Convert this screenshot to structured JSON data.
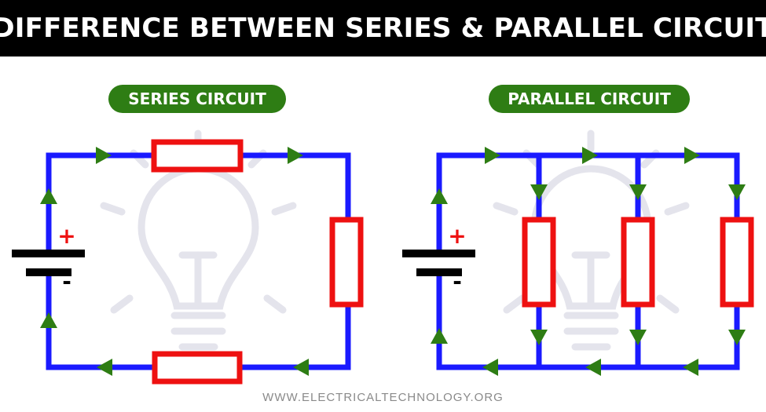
{
  "header": {
    "title": "DIFFERENCE BETWEEN SERIES & PARALLEL CIRCUIT"
  },
  "series": {
    "label": "SERIES CIRCUIT"
  },
  "parallel": {
    "label": "PARALLEL CIRCUIT"
  },
  "battery": {
    "plus": "+",
    "minus": "-"
  },
  "footer": {
    "url": "WWW.ELECTRICALTECHNOLOGY.ORG"
  },
  "colors": {
    "wire": "#1a1aff",
    "resistor": "#ee1111",
    "arrow": "#2e7d14",
    "pill": "#2e7d14",
    "watermark": "#e4e4ec",
    "header_bg": "#000000"
  }
}
